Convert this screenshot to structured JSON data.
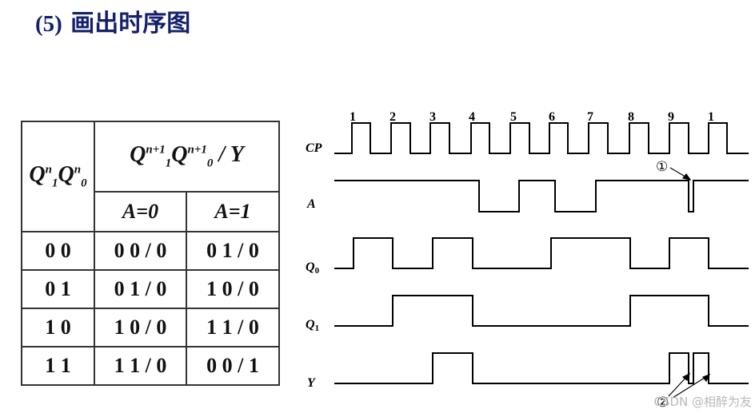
{
  "heading": {
    "number": "(5)",
    "text": "画出时序图"
  },
  "table": {
    "state_header": {
      "letter": "Q",
      "sub1": "1",
      "sub0": "0",
      "sup": "n"
    },
    "next_header": {
      "letter": "Q",
      "sub1": "1",
      "sub0": "0",
      "sup": "n+1",
      "tail": " / Y"
    },
    "input_headers": [
      "A=0",
      "A=1"
    ],
    "rows": [
      [
        "0 0",
        "0 0 / 0",
        "0 1 / 0"
      ],
      [
        "0 1",
        "0 1 / 0",
        "1 0 / 0"
      ],
      [
        "1 0",
        "1 0 / 0",
        "1 1 / 0"
      ],
      [
        "1 1",
        "1 1 / 0",
        "0 0 / 1"
      ]
    ]
  },
  "timing": {
    "clock_numbers": [
      "1",
      "2",
      "3",
      "4",
      "5",
      "6",
      "7",
      "8",
      "9",
      "1"
    ],
    "signal_labels": {
      "cp": "CP",
      "a": "A",
      "q0": {
        "letter": "Q",
        "sub": "0"
      },
      "q1": {
        "letter": "Q",
        "sub": "1"
      },
      "y": "Y"
    },
    "markers": [
      "①",
      "②"
    ],
    "waveforms": {
      "A": [
        1,
        1,
        1,
        1,
        0,
        1,
        0,
        1,
        1,
        1
      ],
      "Q0": [
        0,
        1,
        0,
        1,
        0,
        0,
        1,
        1,
        0,
        1,
        0
      ],
      "Q1": [
        0,
        0,
        1,
        1,
        0,
        0,
        0,
        0,
        1,
        1,
        0
      ],
      "Y": [
        0,
        0,
        0,
        1,
        0,
        0,
        0,
        0,
        0,
        1,
        0
      ]
    }
  },
  "watermark": "CSDN @相醉为友"
}
